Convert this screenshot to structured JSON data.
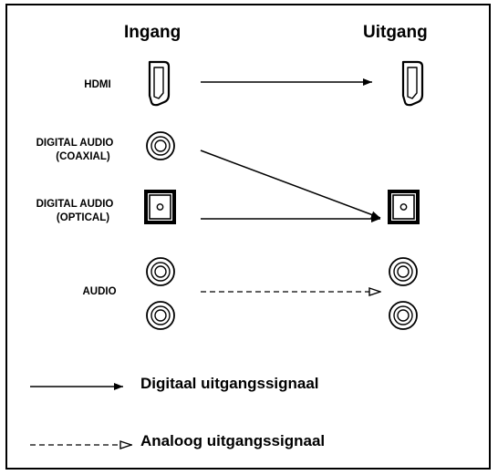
{
  "headers": {
    "input": "Ingang",
    "output": "Uitgang"
  },
  "rows": {
    "hdmi": {
      "label": "HDMI"
    },
    "coaxial": {
      "label_line1": "DIGITAL AUDIO",
      "label_line2": "(COAXIAL)"
    },
    "optical": {
      "label_line1": "DIGITAL AUDIO",
      "label_line2": "(OPTICAL)"
    },
    "audio": {
      "label": "AUDIO"
    }
  },
  "legend": {
    "digital": {
      "label": "Digitaal uitgangssignaal",
      "line_style": "solid",
      "arrowhead": "filled"
    },
    "analog": {
      "label": "Analoog uitgangssignaal",
      "line_style": "dashed",
      "arrowhead": "open"
    }
  },
  "icons": [
    "hdmi-port-icon",
    "coaxial-jack-icon",
    "optical-port-icon",
    "rca-jack-icon"
  ]
}
